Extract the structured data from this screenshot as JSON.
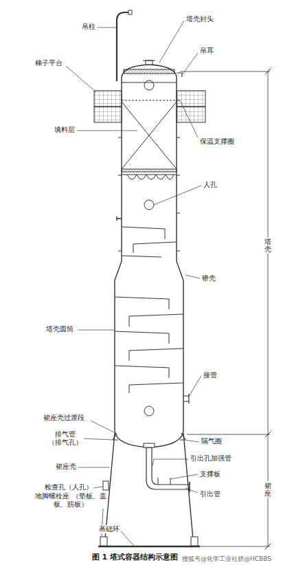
{
  "diagram": {
    "caption": "图 1 塔式容器结构示意图",
    "labels": [
      "吊柱",
      "塔壳封头",
      "吊耳",
      "梯子平台",
      "保温支撑圈",
      "填料层",
      "人孔",
      "锥壳",
      "塔壳圆筒",
      "接管",
      "裙座壳过渡段",
      "排气管 （排气孔）",
      "隔气圈",
      "裙座壳",
      "检查孔（人孔）",
      "引出孔加强管",
      "支撑板",
      "地脚螺栓座 （垫板、盖板、筋板）",
      "基础环",
      "引出管",
      "塔壳",
      "裙座",
      "搜狐号@化学工业社群@HCBBS"
    ]
  }
}
